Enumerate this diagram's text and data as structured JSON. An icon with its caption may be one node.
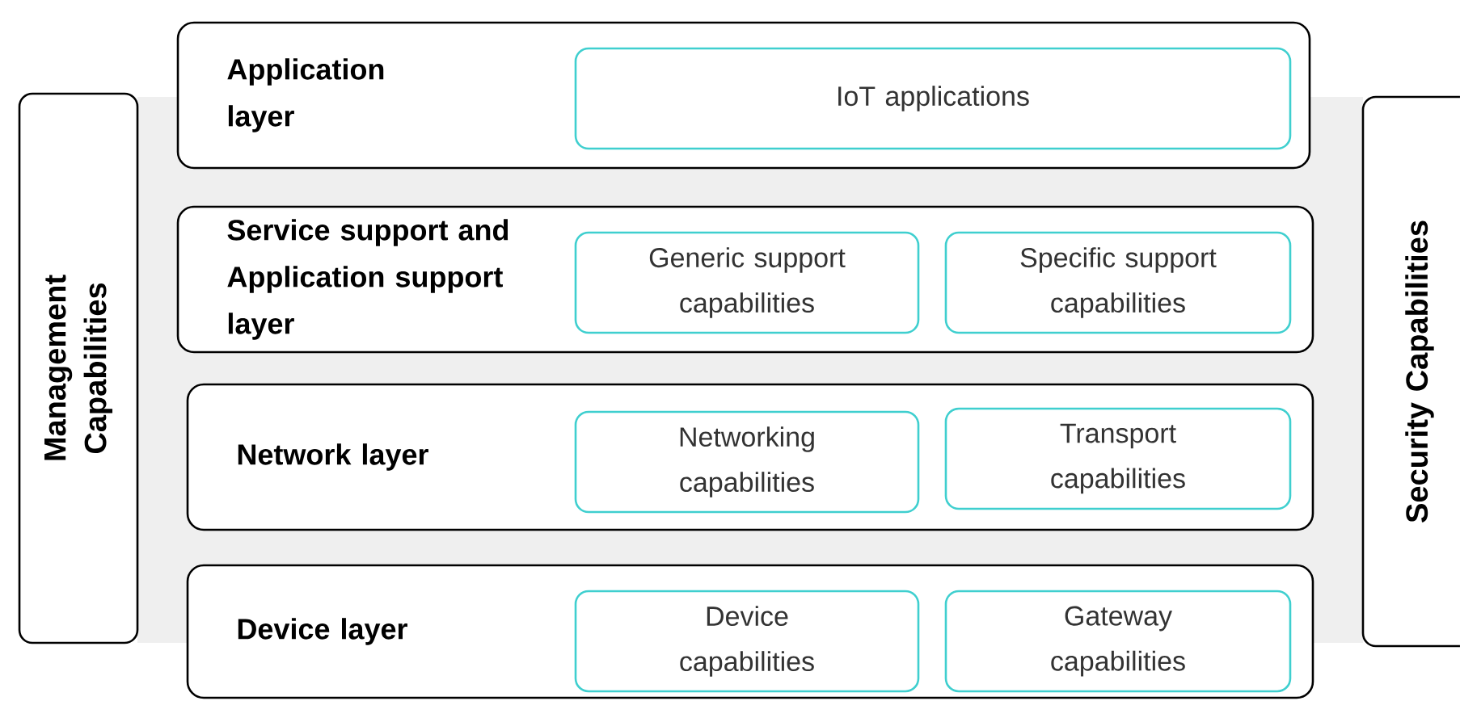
{
  "diagram": {
    "nodes": [
      {
        "text": [
          "Management Capabilities"
        ]
      },
      {
        "text": [
          "Application layer"
        ]
      },
      {
        "text": [
          "IoT applications"
        ],
        "in": 1
      },
      {
        "text": [
          "Service support and Application support layer"
        ]
      },
      {
        "text": [
          "Generic support capabilities"
        ],
        "in": 3
      },
      {
        "text": [
          "Specific support capabilities"
        ],
        "in": 3
      },
      {
        "text": [
          "Network layer"
        ]
      },
      {
        "text": [
          "Networking capabilities"
        ],
        "in": 6
      },
      {
        "text": [
          "Transport capabilities"
        ],
        "in": 6
      },
      {
        "text": [
          "Device layer"
        ]
      },
      {
        "text": [
          "Device capabilities"
        ],
        "in": 9
      },
      {
        "text": [
          "Gateway capabilities"
        ],
        "in": 9
      },
      {
        "text": [
          "Security Capabilities"
        ]
      }
    ]
  }
}
